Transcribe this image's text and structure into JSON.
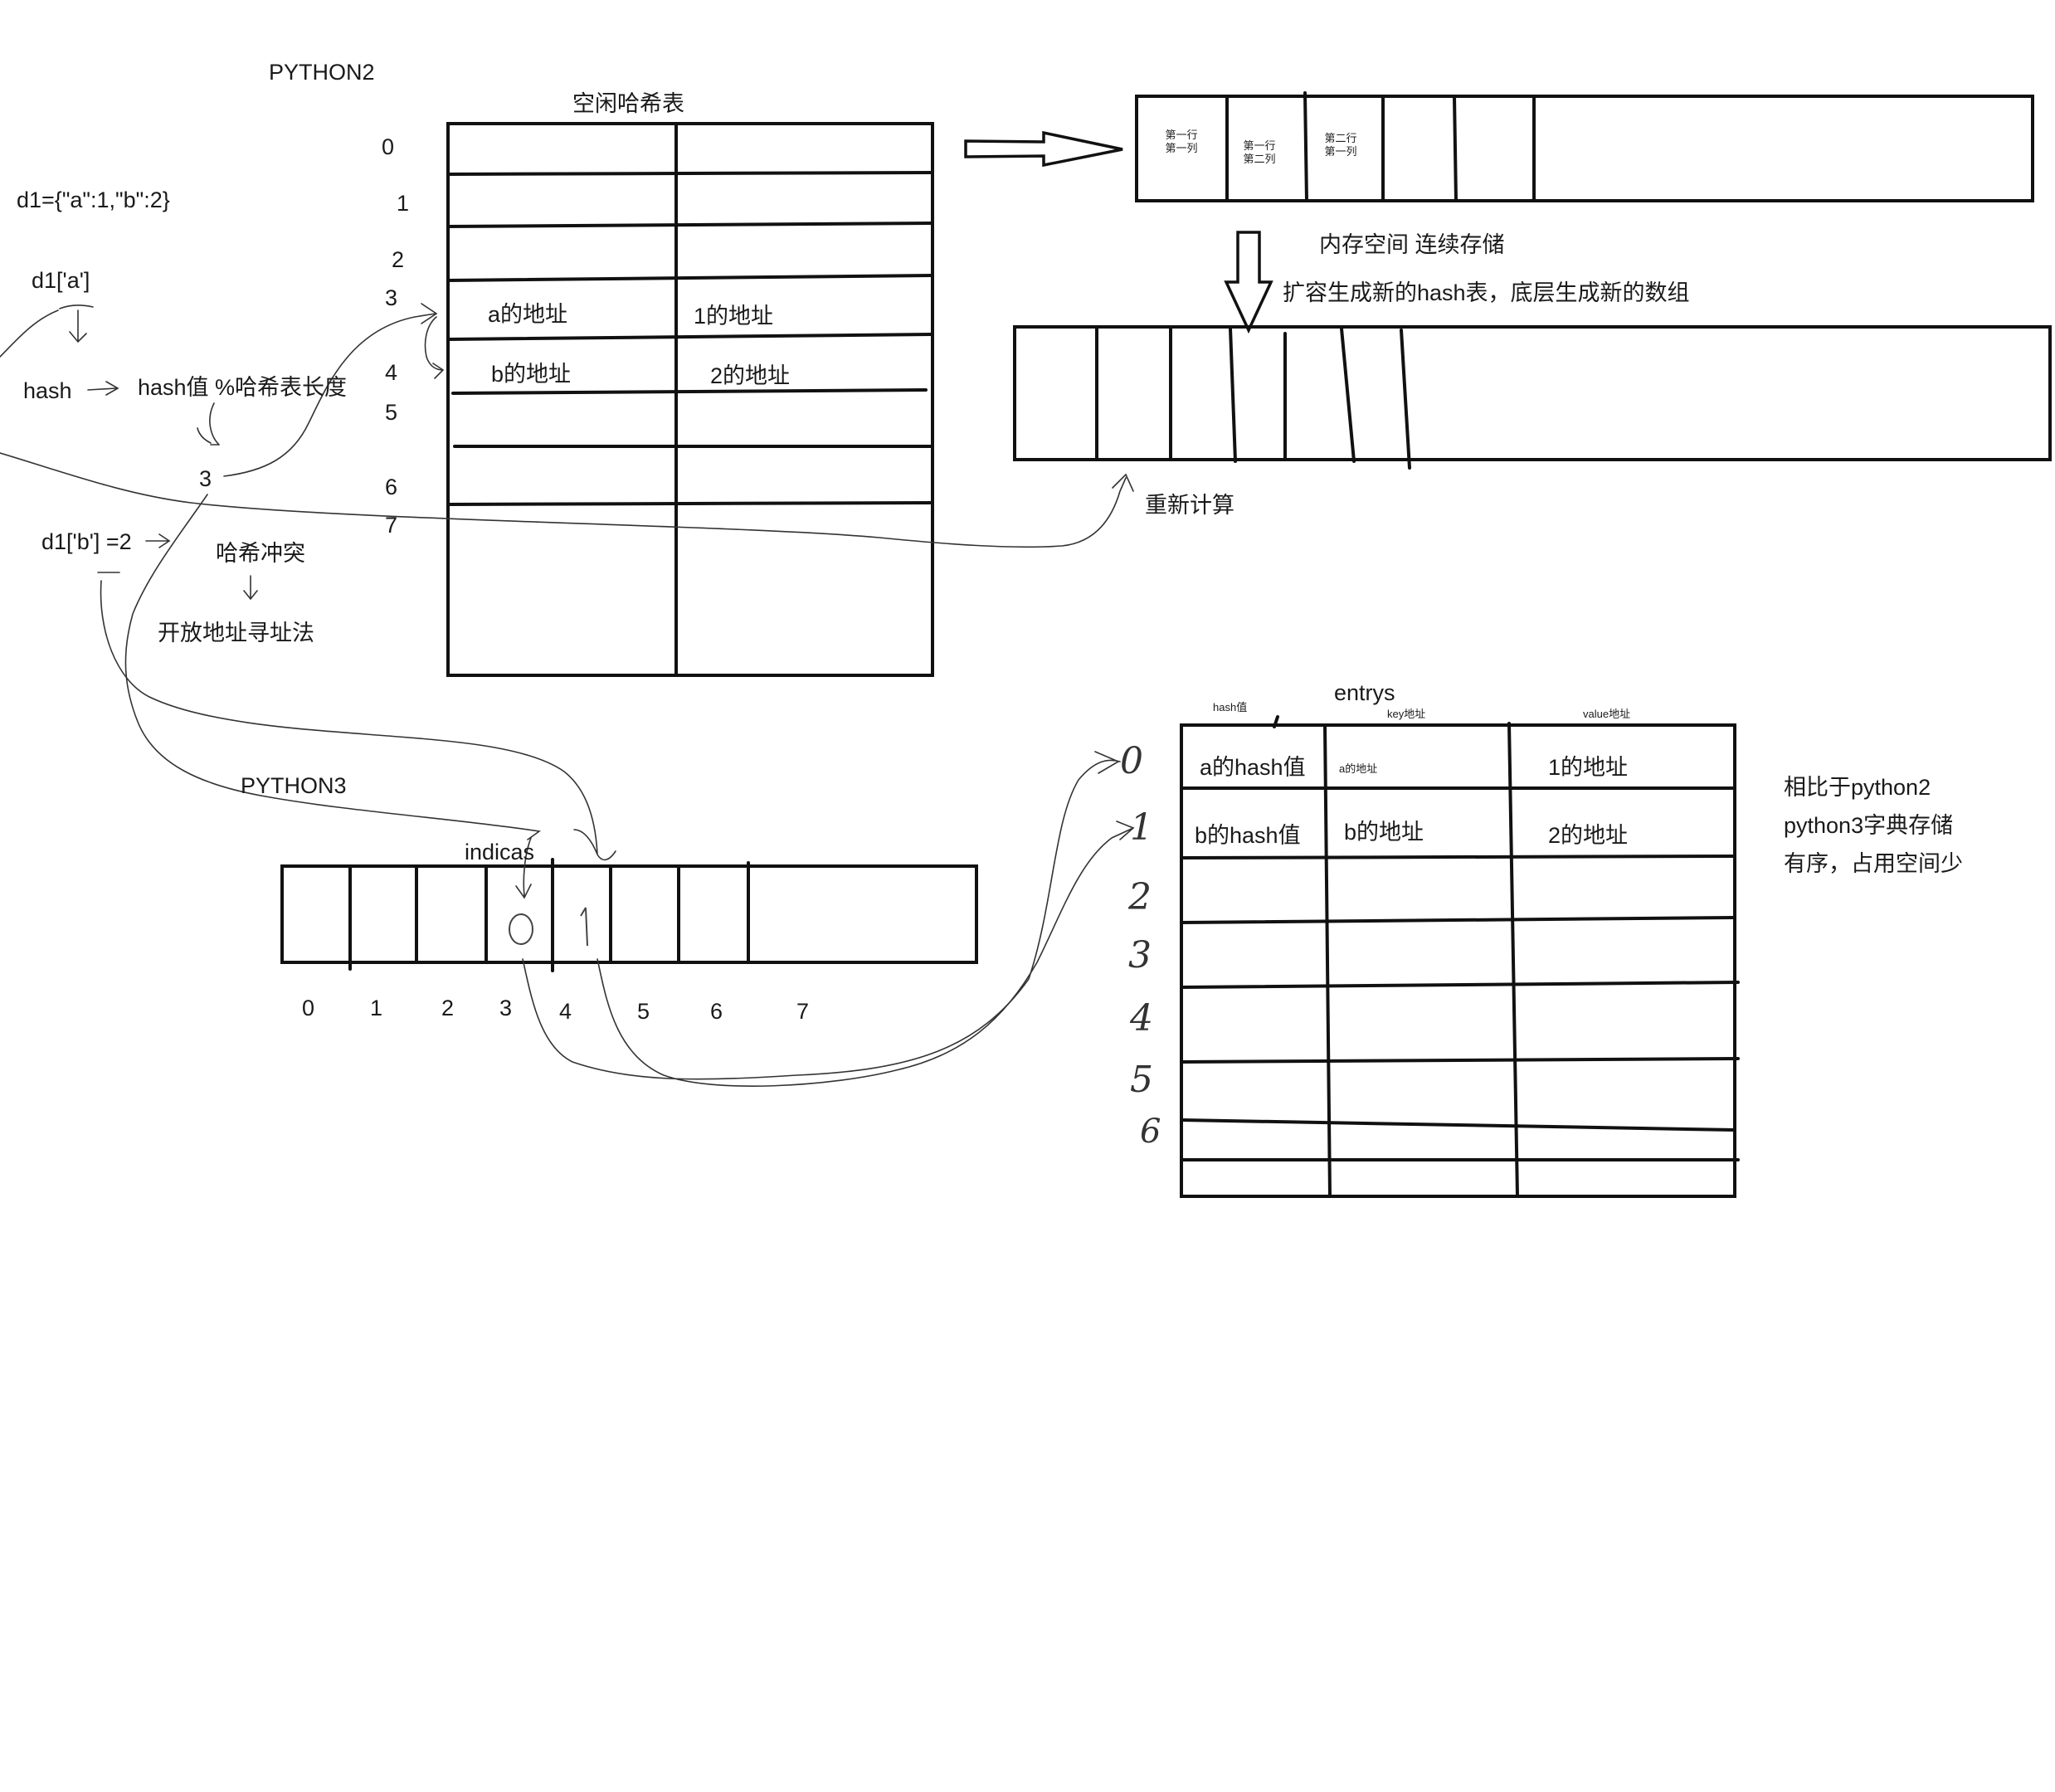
{
  "python2": {
    "title": "PYTHON2",
    "dict_literal": "d1={\"a\":1,\"b\":2}",
    "lookup_a": "d1['a']",
    "hash_label": "hash",
    "hash_formula": "hash值 %哈希表长度",
    "hash_result": "3",
    "lookup_b": "d1['b'] =2",
    "collision": "哈希冲突",
    "open_addressing": "开放地址寻址法",
    "table_title": "空闲哈希表",
    "row_indices": [
      "0",
      "1",
      "2",
      "3",
      "4",
      "5",
      "6",
      "7"
    ],
    "rows": [
      {
        "key": "a的地址",
        "value": "1的地址"
      },
      {
        "key": "b的地址",
        "value": "2的地址"
      }
    ]
  },
  "memory": {
    "cells": [
      {
        "line1": "第一行",
        "line2": "第一列"
      },
      {
        "line1": "第一行",
        "line2": "第二列"
      },
      {
        "line1": "第二行",
        "line2": "第一列"
      }
    ],
    "contiguous_note": "内存空间 连续存储",
    "expand_note": "扩容生成新的hash表，底层生成新的数组",
    "recompute_note": "重新计算"
  },
  "python3": {
    "title": "PYTHON3",
    "indices_title": "indicas",
    "indices_positions": [
      "0",
      "1",
      "2",
      "3",
      "4",
      "5",
      "6",
      "7"
    ],
    "indices_values": [
      "0",
      "1"
    ],
    "entries_title": "entrys",
    "entries_headers": [
      "hash值",
      "key地址",
      "value地址"
    ],
    "entries_rows": [
      {
        "hash": "a的hash值",
        "key": "a的地址",
        "value": "1的地址"
      },
      {
        "hash": "b的hash值",
        "key": "b的地址",
        "value": "2的地址"
      }
    ],
    "entries_row_indices": [
      "0",
      "1",
      "2",
      "3",
      "4",
      "5",
      "6"
    ],
    "comparison": [
      "相比于python2",
      "python3字典存储",
      "有序，占用空间少"
    ]
  }
}
